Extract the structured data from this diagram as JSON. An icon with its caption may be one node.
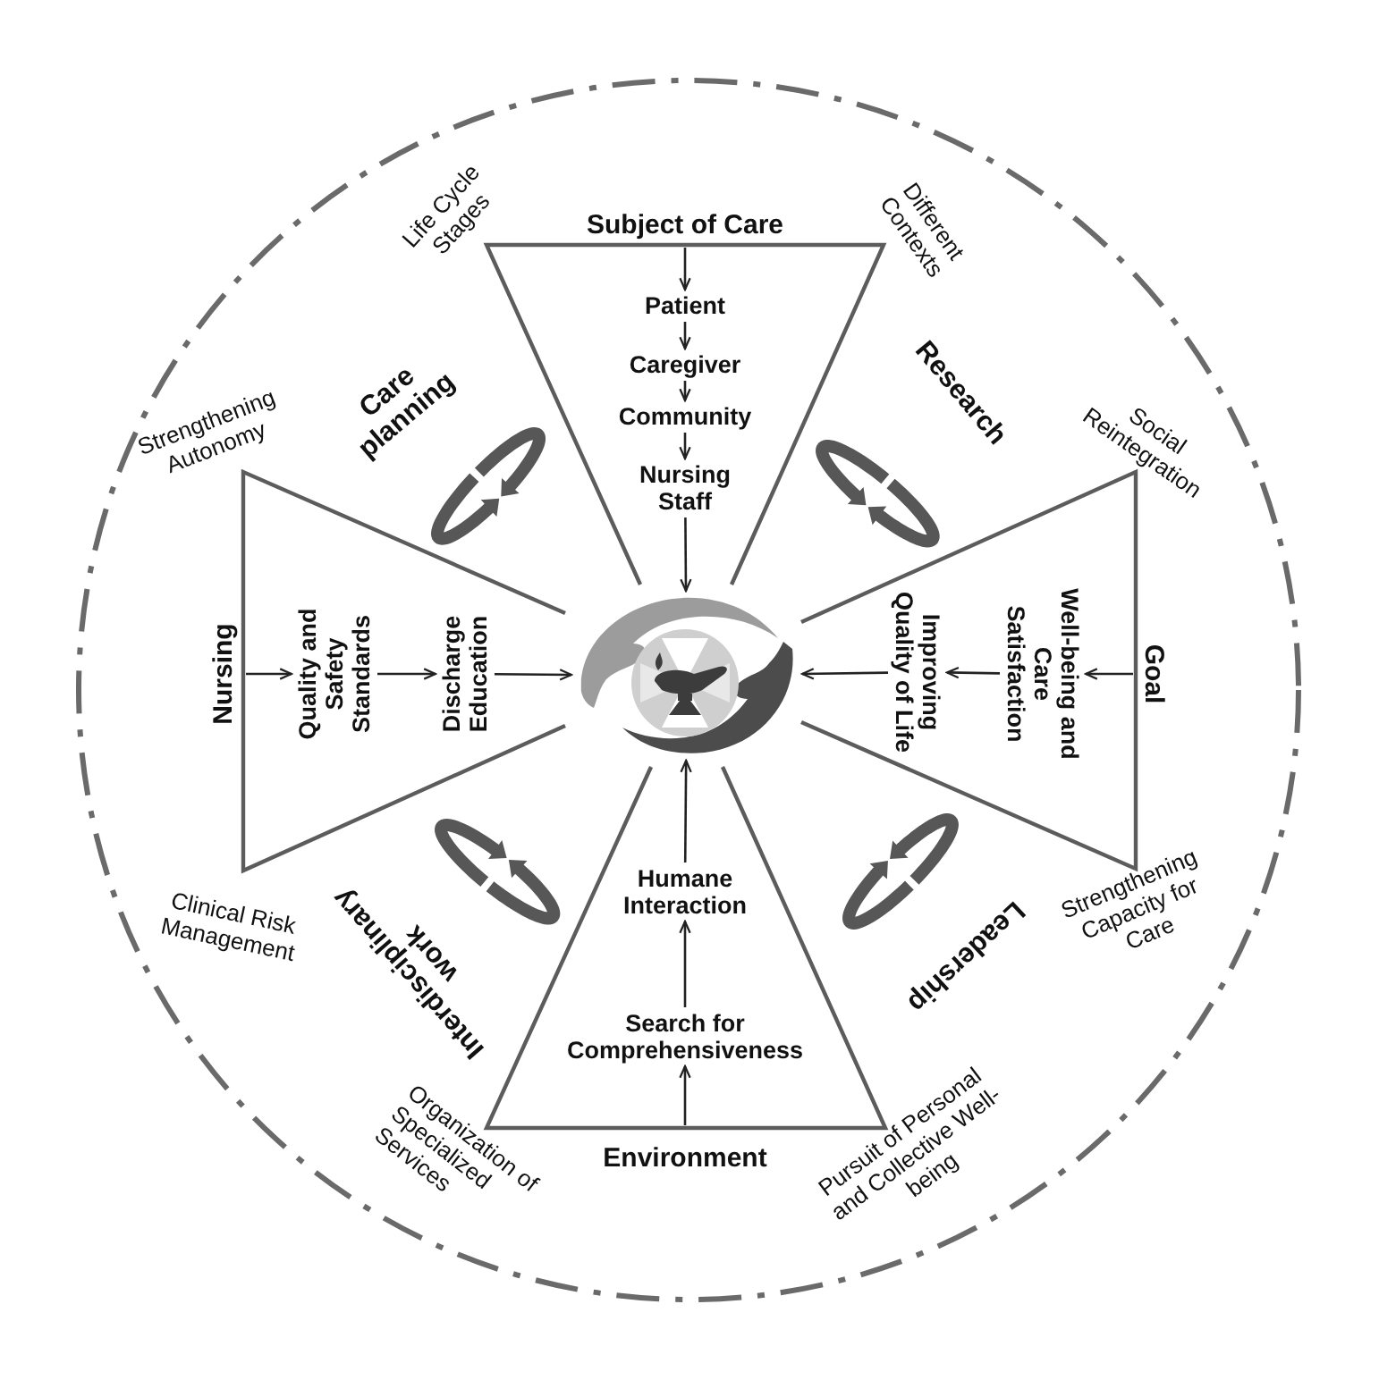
{
  "diagram": {
    "nodes": [
      {
        "text": [
          "Subject of Care"
        ]
      },
      {
        "text": [
          "Patient"
        ],
        "in": 0
      },
      {
        "text": [
          "Caregiver"
        ],
        "in": 0
      },
      {
        "text": [
          "Community"
        ],
        "in": 0
      },
      {
        "text": [
          "Nursing Staff"
        ],
        "in": 0
      },
      {
        "text": [
          "Nursing"
        ]
      },
      {
        "text": [
          "Quality and Safety Standards"
        ],
        "in": 5
      },
      {
        "text": [
          "Discharge Education"
        ],
        "in": 5
      },
      {
        "text": [],
        "shape": "picture"
      },
      {
        "text": [
          "Goal"
        ]
      },
      {
        "text": [
          "Improving Quality of Life"
        ],
        "in": 9
      },
      {
        "text": [
          "Well-being and Care Satisfaction"
        ],
        "in": 9
      },
      {
        "text": [
          "Environment"
        ]
      },
      {
        "text": [
          "Humane Interaction"
        ],
        "in": 12
      },
      {
        "text": [
          "Search for Comprehensiveness"
        ],
        "in": 12
      }
    ],
    "edges": [
      {
        "from": 0,
        "to": 1,
        "arrow": "to"
      },
      {
        "from": 1,
        "to": 2,
        "arrow": "to"
      },
      {
        "from": 2,
        "to": 3,
        "arrow": "to"
      },
      {
        "from": 3,
        "to": 4,
        "arrow": "to"
      },
      {
        "from": 4,
        "to": 8,
        "arrow": "to"
      },
      {
        "from": 5,
        "to": 6,
        "arrow": "to"
      },
      {
        "from": 6,
        "to": 7,
        "arrow": "to"
      },
      {
        "from": 7,
        "to": 8,
        "arrow": "to"
      },
      {
        "from": 9,
        "to": 11,
        "arrow": "to"
      },
      {
        "from": 11,
        "to": 10,
        "arrow": "to"
      },
      {
        "from": 10,
        "to": 8,
        "arrow": "to"
      },
      {
        "from": 12,
        "to": 14,
        "arrow": "to"
      },
      {
        "from": 14,
        "to": 13,
        "arrow": "to"
      },
      {
        "from": 13,
        "to": 8,
        "arrow": "to"
      }
    ],
    "labels": [
      "Life Cycle Stages",
      "Different Contexts",
      "Strengthening Autonomy",
      "Care planning",
      "Research",
      "Social Reintegration",
      "Clinical Risk Management",
      "Interdisciplinary work",
      "Leadership",
      "Strengthening Capacity for Care",
      "Organization of Specialized Services",
      "Pursuit of Personal and Collective Well-being"
    ]
  }
}
